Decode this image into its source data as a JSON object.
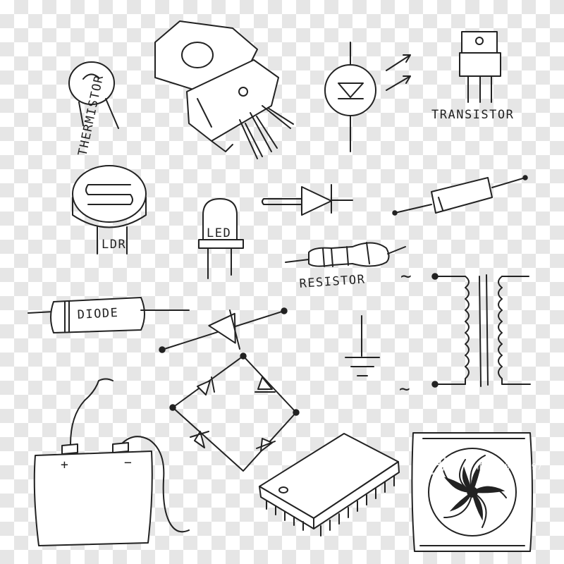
{
  "labels": {
    "thermistor": "THERMISTOR",
    "transistor": "TRANSISTOR",
    "ldr": "LDR",
    "led": "LED",
    "resistor": "RESISTOR",
    "diode": "DIODE",
    "battery_plus": "+",
    "battery_minus": "−",
    "ac_symbol_top": "~",
    "ac_symbol_bottom": "~"
  },
  "watermark": {
    "logo": "VCG",
    "id": "ID:1168962597"
  },
  "colors": {
    "ink": "#222222",
    "checker_light": "#ffffff",
    "checker_dark": "#e6e6e6"
  }
}
